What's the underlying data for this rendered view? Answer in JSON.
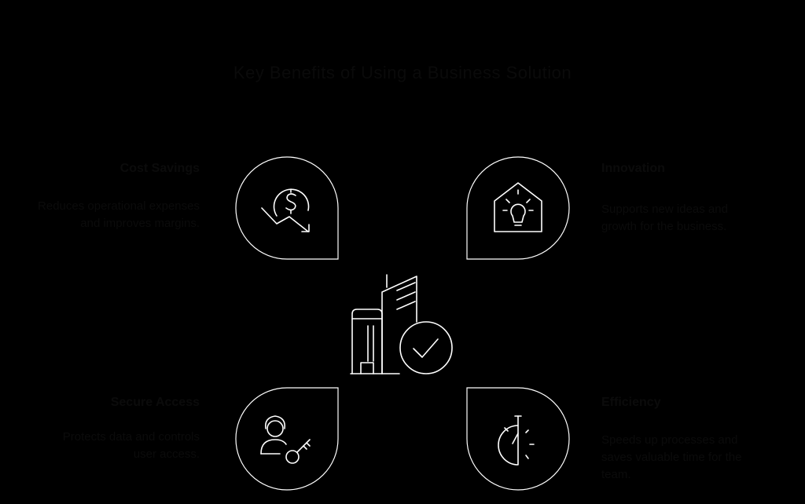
{
  "title": "Key Benefits of Using a Business Solution",
  "center": {
    "icon": "buildings-check-icon"
  },
  "items": [
    {
      "title": "Cost Savings",
      "desc": "Reduces operational expenses and improves margins.",
      "icon": "dollar-down-icon"
    },
    {
      "title": "Innovation",
      "desc": "Supports new ideas and growth for the business.",
      "icon": "house-bulb-icon"
    },
    {
      "title": "Secure Access",
      "desc": "Protects data and controls user access.",
      "icon": "person-key-icon"
    },
    {
      "title": "Efficiency",
      "desc": "Speeds up processes and saves valuable time for the team.",
      "icon": "stopwatch-icon"
    }
  ],
  "colors": {
    "background": "#000000",
    "shape": "#000000",
    "outline": "#ffffff",
    "text": "#0b0b0b"
  }
}
